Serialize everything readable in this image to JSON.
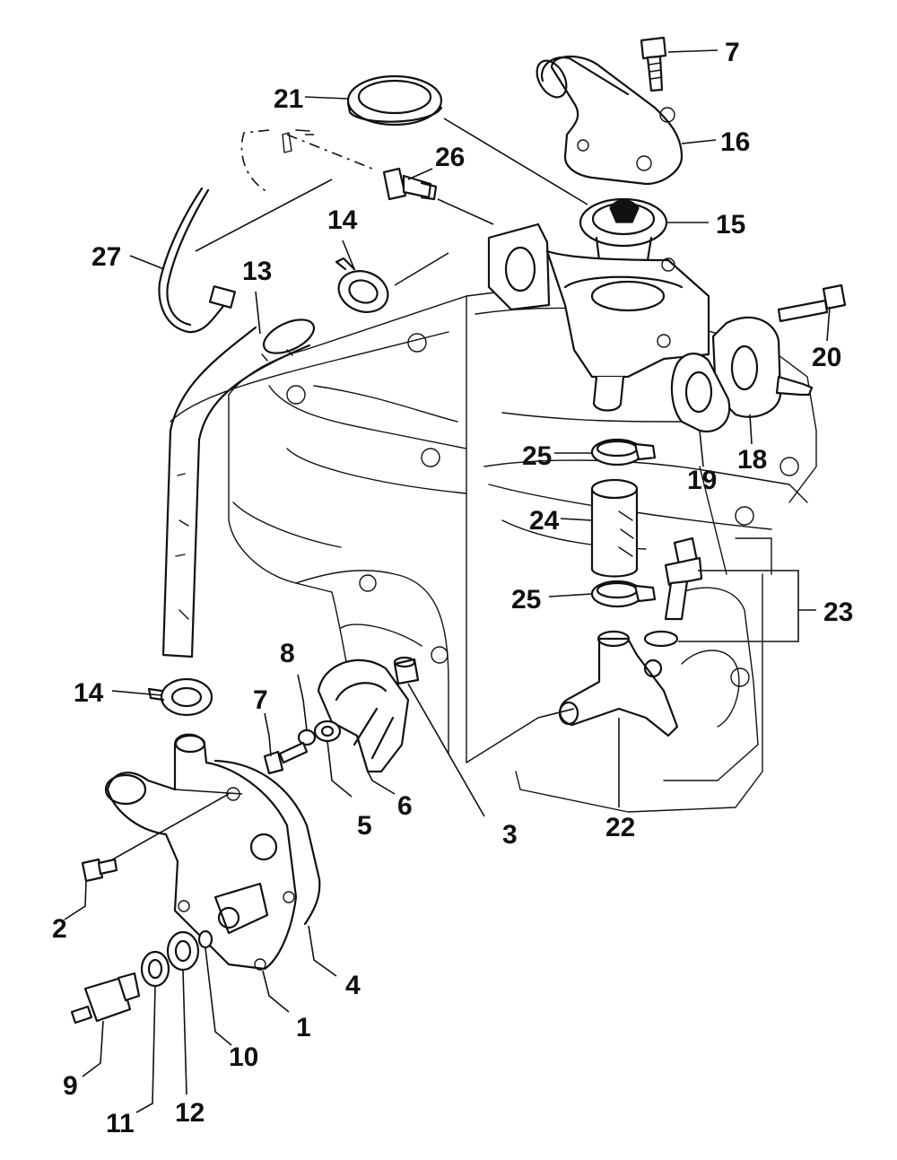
{
  "callouts": [
    {
      "id": "c1",
      "label": "1"
    },
    {
      "id": "c2",
      "label": "2"
    },
    {
      "id": "c3",
      "label": "3"
    },
    {
      "id": "c4",
      "label": "4"
    },
    {
      "id": "c5",
      "label": "5"
    },
    {
      "id": "c6",
      "label": "6"
    },
    {
      "id": "c7a",
      "label": "7"
    },
    {
      "id": "c7b",
      "label": "7"
    },
    {
      "id": "c8",
      "label": "8"
    },
    {
      "id": "c9",
      "label": "9"
    },
    {
      "id": "c10",
      "label": "10"
    },
    {
      "id": "c11",
      "label": "11"
    },
    {
      "id": "c12",
      "label": "12"
    },
    {
      "id": "c13",
      "label": "13"
    },
    {
      "id": "c14a",
      "label": "14"
    },
    {
      "id": "c14b",
      "label": "14"
    },
    {
      "id": "c15",
      "label": "15"
    },
    {
      "id": "c16",
      "label": "16"
    },
    {
      "id": "c18",
      "label": "18"
    },
    {
      "id": "c19",
      "label": "19"
    },
    {
      "id": "c20",
      "label": "20"
    },
    {
      "id": "c21",
      "label": "21"
    },
    {
      "id": "c22",
      "label": "22"
    },
    {
      "id": "c23",
      "label": "23"
    },
    {
      "id": "c24",
      "label": "24"
    },
    {
      "id": "c25a",
      "label": "25"
    },
    {
      "id": "c25b",
      "label": "25"
    },
    {
      "id": "c26",
      "label": "26"
    },
    {
      "id": "c27",
      "label": "27"
    }
  ]
}
